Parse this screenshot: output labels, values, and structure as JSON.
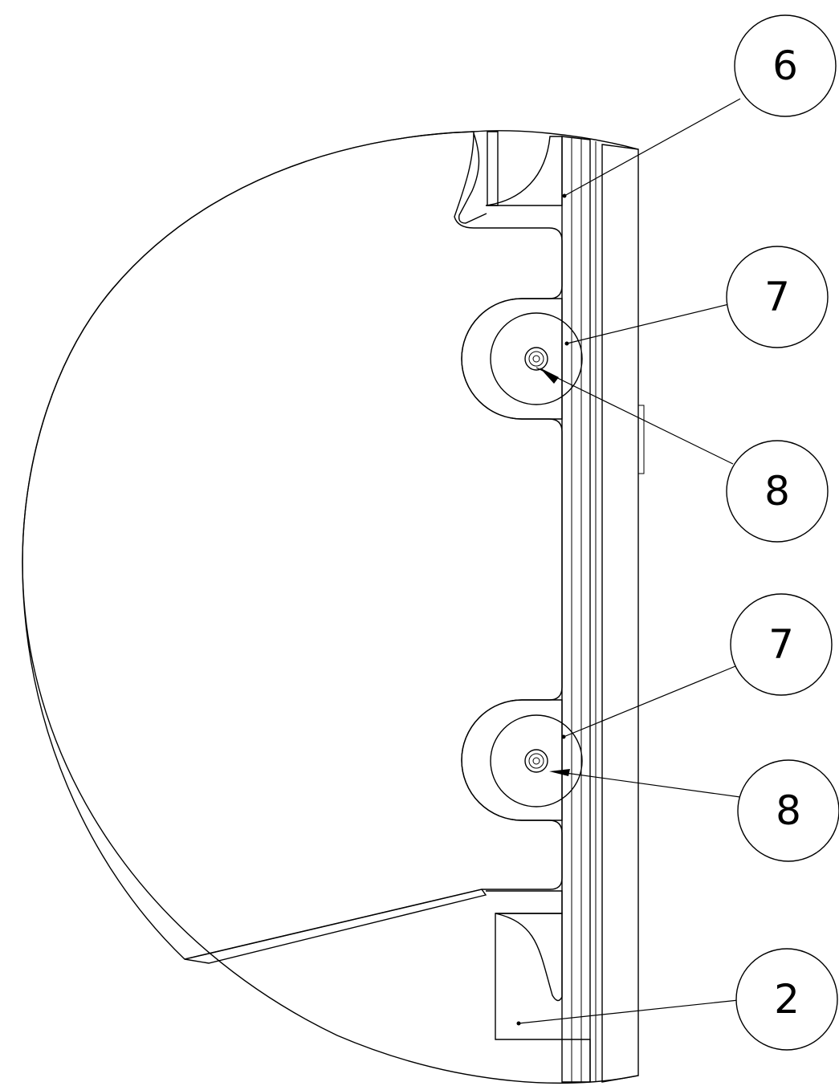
{
  "callouts": [
    {
      "id": "callout-6",
      "label": "6"
    },
    {
      "id": "callout-7-upper",
      "label": "7"
    },
    {
      "id": "callout-8-upper",
      "label": "8"
    },
    {
      "id": "callout-7-lower",
      "label": "7"
    },
    {
      "id": "callout-8-lower",
      "label": "8"
    },
    {
      "id": "callout-2",
      "label": "2"
    }
  ],
  "colors": {
    "line": "#000000",
    "background": "#ffffff"
  }
}
